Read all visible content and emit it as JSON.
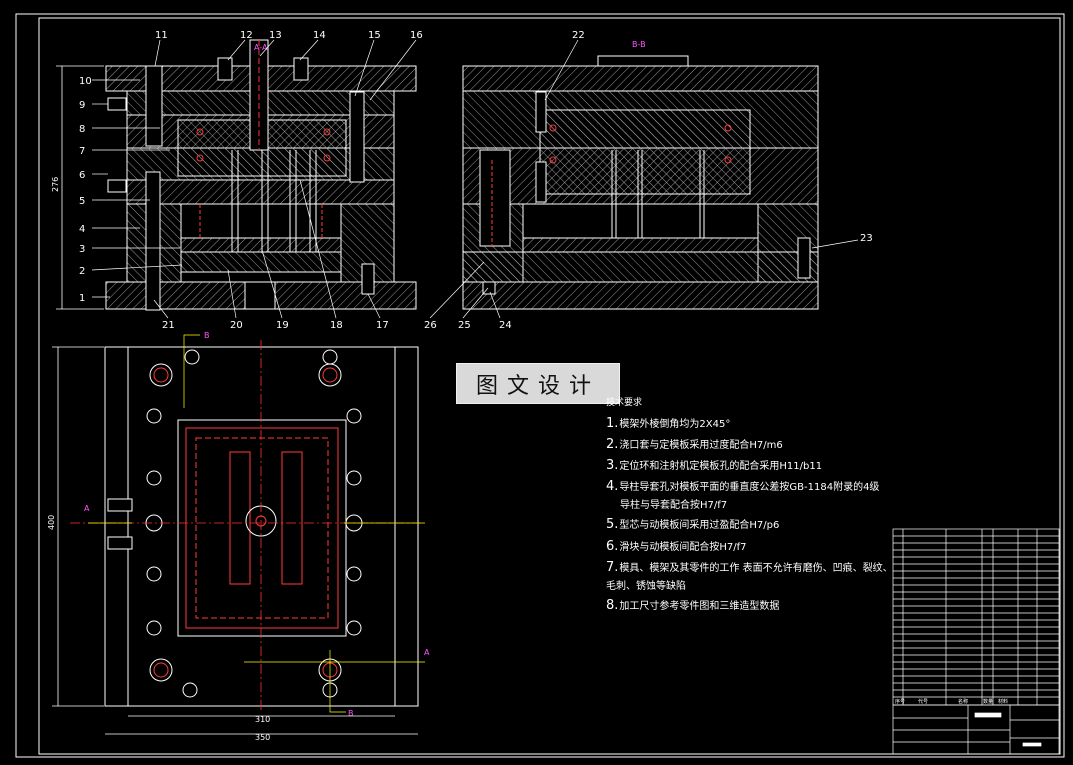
{
  "drawing": {
    "section_aa_label": "A-A",
    "section_bb_label": "B-B",
    "section_mark_a": "A",
    "section_mark_b": "B",
    "height_dim": "276",
    "plan_width_outer_dim": "350",
    "plan_width_inner_dim": "310",
    "plan_height_dim": "400",
    "part_labels": [
      "1",
      "2",
      "3",
      "4",
      "5",
      "6",
      "7",
      "8",
      "9",
      "10",
      "11",
      "12",
      "13",
      "14",
      "15",
      "16",
      "17",
      "18",
      "19",
      "20",
      "21",
      "22",
      "23",
      "24",
      "25",
      "26"
    ],
    "colors": {
      "background": "#000000",
      "outline": "#ffffff",
      "centerline": "#ff3030",
      "label": "#ffffff",
      "section_mark": "#ff55ff",
      "leader": "#ffff00",
      "hatch": "#bfbfbf",
      "insert": "#ff3a3a"
    }
  },
  "watermark_text": "图文设计",
  "tech_requirements": {
    "title": "技术要求",
    "items": [
      {
        "num": "1.",
        "text": "模架外棱倒角均为2X45°"
      },
      {
        "num": "2.",
        "text": "浇口套与定模板采用过度配合H7/m6"
      },
      {
        "num": "3.",
        "text": "定位环和注射机定模板孔的配合采用H11/b11"
      },
      {
        "num": "4.",
        "text": "导柱导套孔对模板平面的垂直度公差按GB-1184附录的4级"
      },
      {
        "num": "",
        "text": "导柱与导套配合按H7/f7"
      },
      {
        "num": "5.",
        "text": "型芯与动模板间采用过盈配合H7/p6"
      },
      {
        "num": "6.",
        "text": "滑块与动模板间配合按H7/f7"
      },
      {
        "num": "7.",
        "text": "模具、模架及其零件的工作 表面不允许有磨伤、凹痕、裂纹、"
      },
      {
        "num": "",
        "text": "毛刺、锈蚀等缺陷"
      },
      {
        "num": "8.",
        "text": "加工尺寸参考零件图和三维造型数据"
      }
    ]
  },
  "title_block": {
    "header_seq": "序号",
    "header_code": "代号",
    "header_name": "名称",
    "header_qty": "数量",
    "header_material": "材料"
  }
}
